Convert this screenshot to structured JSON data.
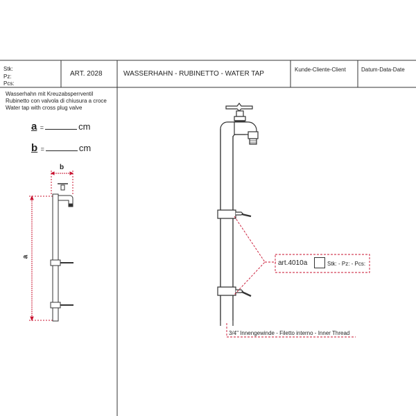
{
  "header": {
    "qty_labels": [
      "Stk:",
      "Pz:",
      "Pcs:"
    ],
    "article": "ART. 2028",
    "title": "WASSERHAHN - RUBINETTO - WATER TAP",
    "client": "Kunde-Cliente-Client",
    "date": "Datum-Data-Date"
  },
  "description": [
    "Wasserhahn mit Kreuzabsperrventil",
    "Rubinetto con valvola di chiusura a croce",
    "Water tap with cross plug valve"
  ],
  "dimensions": [
    {
      "letter": "a",
      "eq": "=",
      "unit": "cm"
    },
    {
      "letter": "b",
      "eq": "=",
      "unit": "cm"
    }
  ],
  "small_drawing": {
    "label_b": "b",
    "label_a": "a"
  },
  "accessory": {
    "article": "art.4010a",
    "qty": "Stk: - Pz: - Pcs:"
  },
  "thread_note": "3/4\" Innengewinde - Filetto interno - Inner Thread",
  "colors": {
    "line": "#333333",
    "leader": "#c8102e",
    "dimension": "#c8102e"
  }
}
